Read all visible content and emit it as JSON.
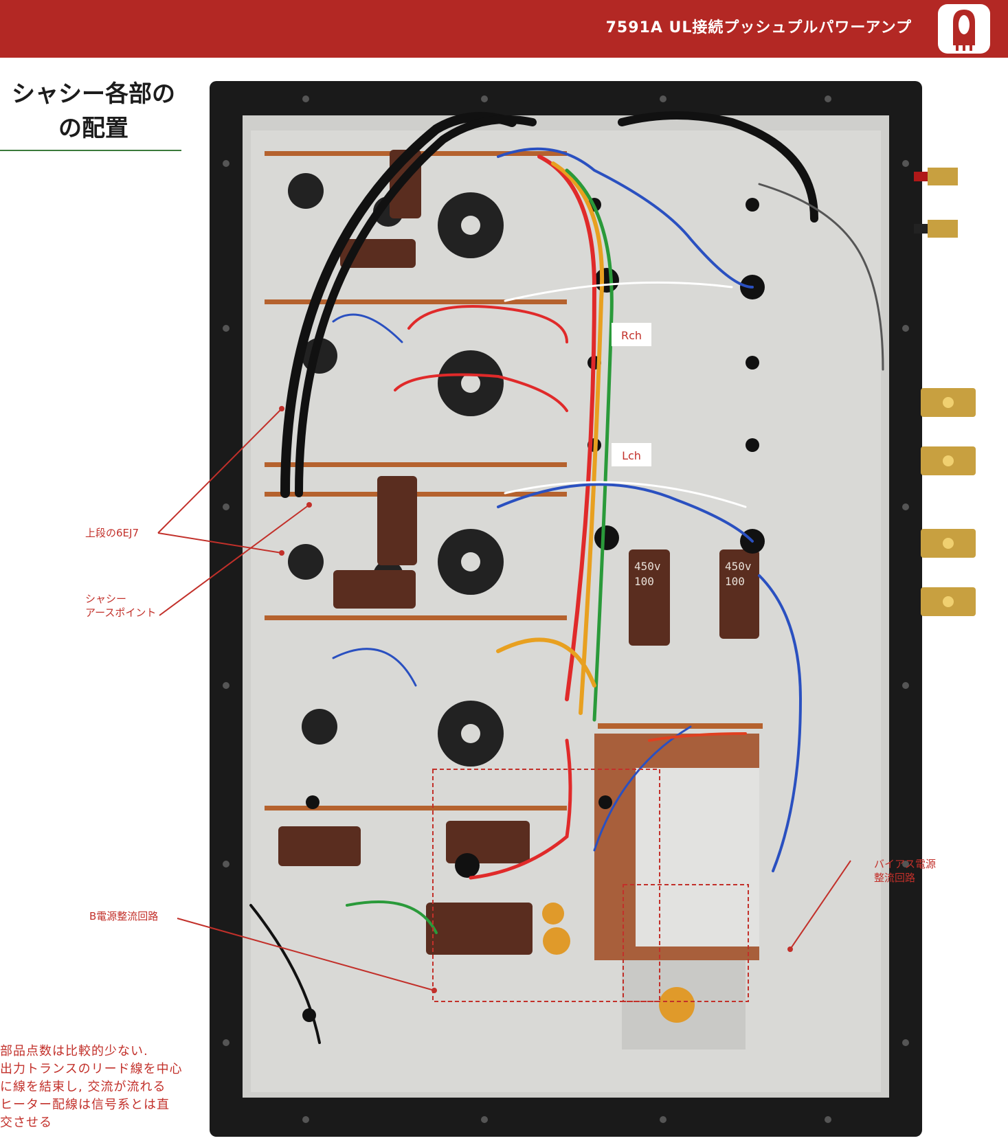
{
  "header": {
    "title": "7591A UL接続プッシュプルパワーアンプ",
    "color": "#b32824",
    "badge_icon": "vacuum-tube-icon"
  },
  "section": {
    "title_line1": "シャシー各部の",
    "title_line2": "の配置"
  },
  "photo": {
    "labels": {
      "rch": "Rch",
      "lch": "Lch"
    }
  },
  "callouts": {
    "upper_6ej7": "上段の6EJ7",
    "chassis_earth_line1": "シャシー",
    "chassis_earth_line2": "アースポイント",
    "b_rectifier": "B電源整流回路",
    "bias_line1": "バイアス電源",
    "bias_line2": "整流回路"
  },
  "caption": {
    "lines": [
      "部品点数は比較的少ない.",
      "出力トランスのリード線を中心",
      "に線を結束し, 交流が流れる",
      "ヒーター配線は信号系とは直",
      "交させる"
    ]
  },
  "colors": {
    "accent": "#c2302a",
    "header": "#b32824",
    "chassis": "#1a1a1a",
    "plate": "#d9d9d6"
  }
}
